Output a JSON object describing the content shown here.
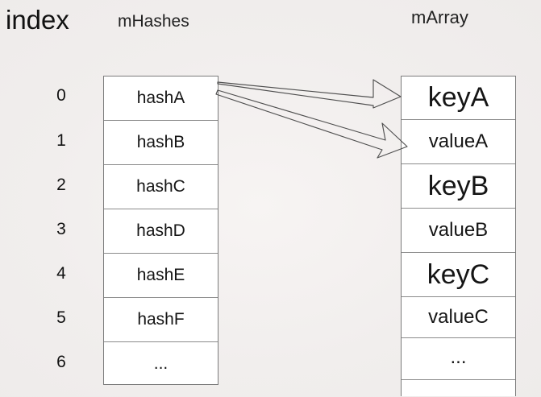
{
  "headers": {
    "index": "index",
    "hashes": "mHashes",
    "array": "mArray"
  },
  "indices": [
    "0",
    "1",
    "2",
    "3",
    "4",
    "5",
    "6"
  ],
  "hashes": [
    "hashA",
    "hashB",
    "hashC",
    "hashD",
    "hashE",
    "hashF",
    "..."
  ],
  "array": [
    {
      "text": "keyA",
      "kind": "key"
    },
    {
      "text": "valueA",
      "kind": "value"
    },
    {
      "text": "keyB",
      "kind": "key"
    },
    {
      "text": "valueB",
      "kind": "value"
    },
    {
      "text": "keyC",
      "kind": "key"
    },
    {
      "text": "valueC",
      "kind": "value"
    },
    {
      "text": "...",
      "kind": "ellipsis"
    },
    {
      "text": "",
      "kind": "empty"
    }
  ]
}
